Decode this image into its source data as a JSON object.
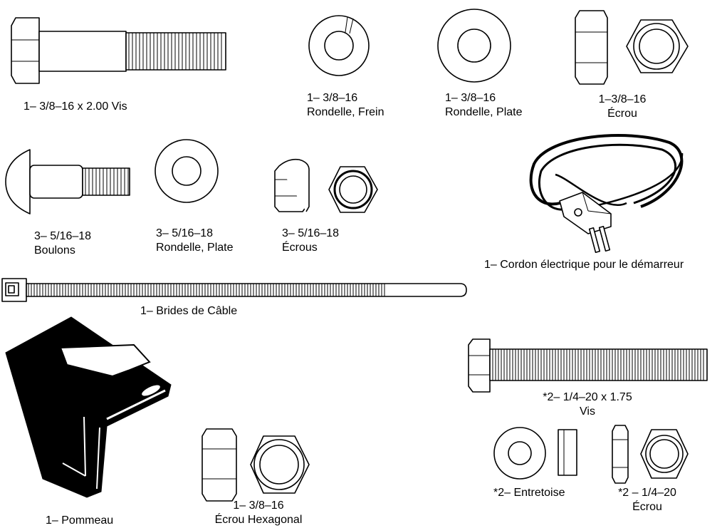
{
  "parts": {
    "bolt_38": {
      "icon": "hex-bolt-icon",
      "label": [
        "1– 3/8–16 x 2.00 Vis"
      ]
    },
    "lock_washer_38": {
      "icon": "lock-washer-icon",
      "label": [
        "1– 3/8–16",
        "Rondelle, Frein"
      ]
    },
    "flat_washer_38": {
      "icon": "flat-washer-icon",
      "label": [
        "1– 3/8–16",
        "Rondelle, Plate"
      ]
    },
    "nut_38": {
      "icon": "hex-nut-icon",
      "label": [
        "1–3/8–16",
        "Écrou"
      ]
    },
    "carriage_bolt": {
      "icon": "carriage-bolt-icon",
      "label": [
        "3– 5/16–18",
        "Boulons"
      ]
    },
    "flat_washer_516": {
      "icon": "flat-washer-icon",
      "label": [
        "3– 5/16–18",
        "Rondelle, Plate"
      ]
    },
    "lock_nut_516": {
      "icon": "nylon-lock-nut-icon",
      "label": [
        "3– 5/16–18",
        "Écrous"
      ]
    },
    "cord": {
      "icon": "power-cord-icon",
      "label": [
        "1– Cordon électrique pour le démarreur"
      ]
    },
    "cable_tie": {
      "icon": "cable-tie-icon",
      "label": [
        "1– Brides de Câble"
      ]
    },
    "knob": {
      "icon": "knob-icon",
      "label": [
        "1– Pommeau"
      ]
    },
    "hex_nut_38": {
      "icon": "hex-nut-icon",
      "label": [
        "1– 3/8–16",
        "Écrou Hexagonal"
      ]
    },
    "bolt_14": {
      "icon": "hex-bolt-icon",
      "label": [
        "*2–  1/4–20 x 1.75",
        "Vis"
      ]
    },
    "spacer": {
      "icon": "spacer-icon",
      "label": [
        "*2– Entretoise"
      ]
    },
    "nut_14": {
      "icon": "hex-nut-icon",
      "label": [
        "*2 – 1/4–20",
        "Écrou"
      ]
    }
  }
}
